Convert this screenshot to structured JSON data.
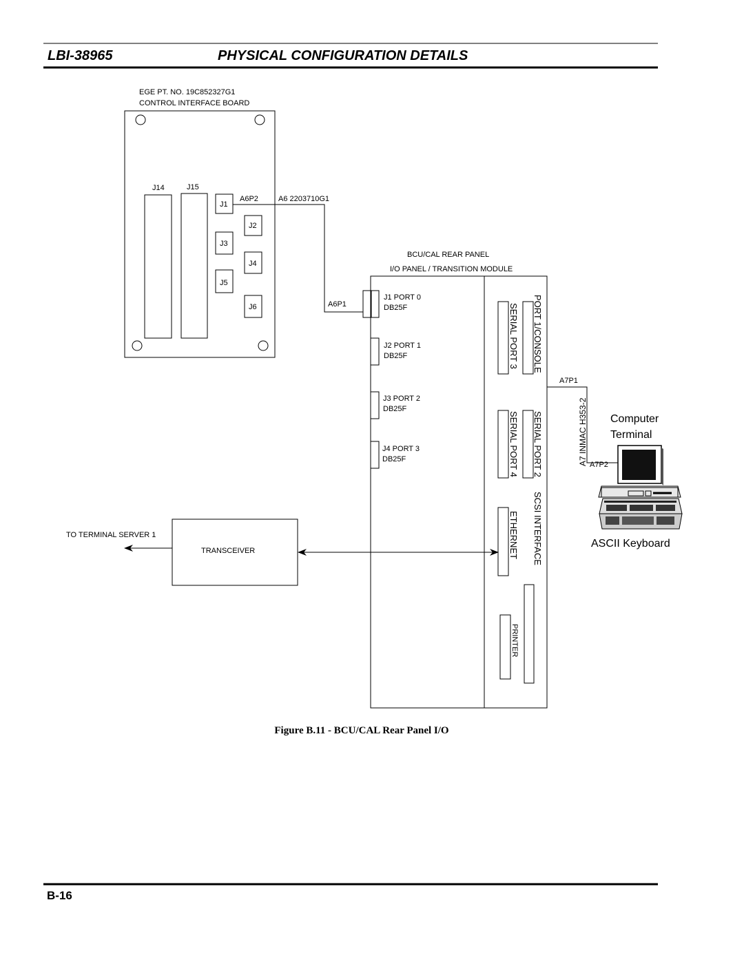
{
  "header": {
    "doc_number": "LBI-38965",
    "section_title": "PHYSICAL CONFIGURATION DETAILS"
  },
  "diagram": {
    "board_part_no": "EGE PT. NO. 19C852327G1",
    "board_name": "CONTROL INTERFACE BOARD",
    "j14": "J14",
    "j15": "J15",
    "j1": "J1",
    "j2": "J2",
    "j3": "J3",
    "j4": "J4",
    "j5": "J5",
    "j6": "J6",
    "a6p2": "A6P2",
    "a6_part": "A6 2203710G1",
    "a6p1": "A6P1",
    "rear_panel_title": "BCU/CAL REAR  PANEL",
    "io_panel_title": "I/O PANEL / TRANSITION MODULE",
    "port0_line1": "J1 PORT 0",
    "port0_line2": "DB25F",
    "port1_line1": "J2 PORT 1",
    "port1_line2": "DB25F",
    "port2_line1": "J3 PORT 2",
    "port2_line2": "DB25F",
    "port3_line1": "J4 PORT 3",
    "port3_line2": "DB25F",
    "serial_port_3": "SERIAL PORT 3",
    "port1_console": "PORT 1/CONSOLE",
    "serial_port_4": "SERIAL PORT 4",
    "serial_port_2": "SERIAL PORT 2",
    "ethernet": "ETHERNET",
    "scsi_interface": "SCSI INTERFACE",
    "printer": "PRINTER",
    "a7p1": "A7P1",
    "a7_part": "A7 INMAC H353-2",
    "a7p2": "A7P2",
    "computer_terminal_1": "Computer",
    "computer_terminal_2": "Terminal",
    "ascii_keyboard": "ASCII Keyboard",
    "terminal_server": "TO TERMINAL SERVER 1",
    "transceiver": "TRANSCEIVER"
  },
  "caption": "Figure B.11 - BCU/CAL Rear Panel I/O",
  "footer": {
    "page_number": "B-16"
  },
  "icons": [
    "computer-terminal-icon",
    "ascii-keyboard-icon"
  ]
}
